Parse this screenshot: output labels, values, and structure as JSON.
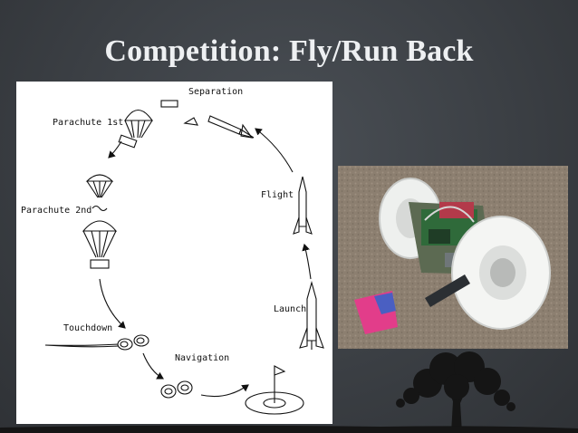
{
  "slide": {
    "title": "Competition: Fly/Run Back"
  },
  "diagram": {
    "labels": {
      "separation": "Separation",
      "parachute_1st": "Parachute 1st",
      "parachute_2nd": "Parachute 2nd",
      "flight": "Flight",
      "launch": "Launch",
      "touchdown": "Touchdown",
      "navigation": "Navigation"
    }
  },
  "colors": {
    "background": "#3b3f44",
    "title": "#eef0f2",
    "panel": "#ffffff",
    "ink": "#111111"
  }
}
